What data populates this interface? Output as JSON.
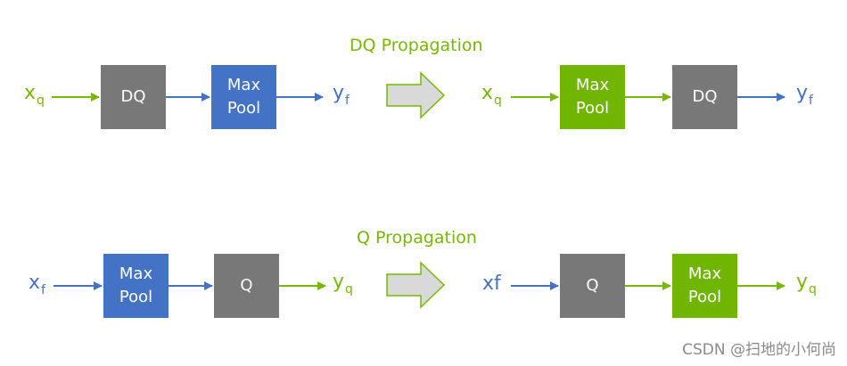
{
  "dq_section": {
    "title": "DQ Propagation",
    "before": {
      "input": {
        "base": "x",
        "sub": "q"
      },
      "box1": {
        "lines": [
          "DQ"
        ]
      },
      "box2": {
        "lines": [
          "Max",
          "Pool"
        ]
      },
      "output": {
        "base": "y",
        "sub": "f"
      }
    },
    "after": {
      "input": {
        "base": "x",
        "sub": "q"
      },
      "box1": {
        "lines": [
          "Max",
          "Pool"
        ]
      },
      "box2": {
        "lines": [
          "DQ"
        ]
      },
      "output": {
        "base": "y",
        "sub": "f"
      }
    }
  },
  "q_section": {
    "title": "Q Propagation",
    "before": {
      "input": {
        "base": "x",
        "sub": "f"
      },
      "box1": {
        "lines": [
          "Max",
          "Pool"
        ]
      },
      "box2": {
        "lines": [
          "Q"
        ]
      },
      "output": {
        "base": "y",
        "sub": "q"
      }
    },
    "after": {
      "input": {
        "base": "xf",
        "sub": ""
      },
      "box1": {
        "lines": [
          "Q"
        ]
      },
      "box2": {
        "lines": [
          "Max",
          "Pool"
        ]
      },
      "output": {
        "base": "y",
        "sub": "q"
      }
    }
  },
  "watermark": "CSDN @扫地的小何尚",
  "colors": {
    "green": "#76b900",
    "blue": "#4472c4",
    "gray": "#787878",
    "arrow_fill": "#d9d9d9"
  }
}
